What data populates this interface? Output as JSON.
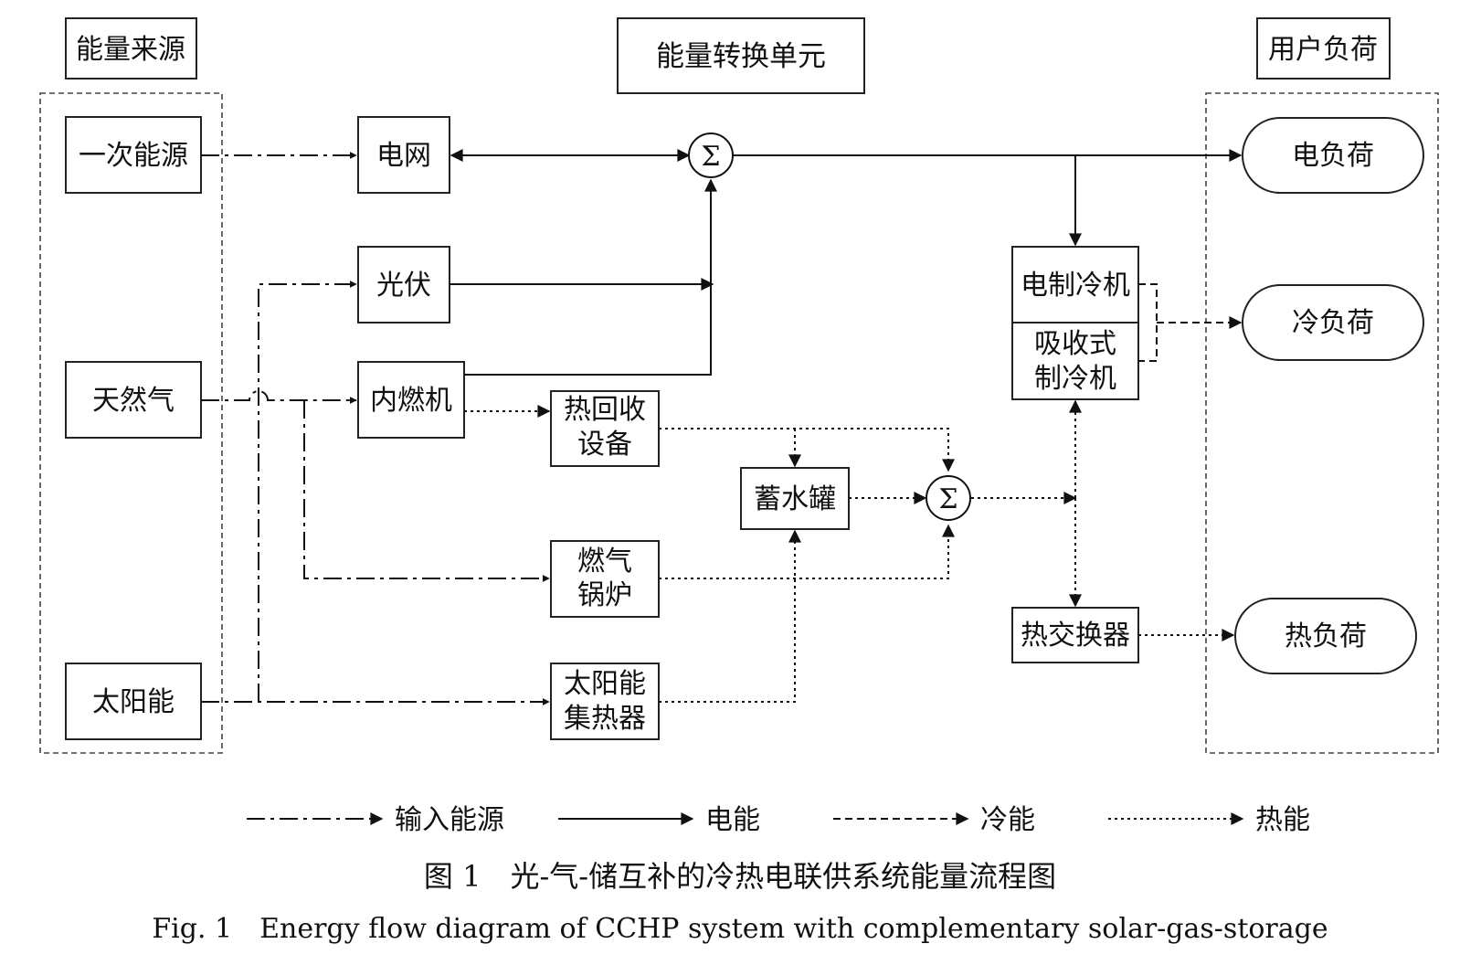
{
  "headers": {
    "source": "能量来源",
    "conversion": "能量转换单元",
    "load": "用户负荷"
  },
  "sources": {
    "primary": "一次能源",
    "gas": "天然气",
    "solar": "太阳能"
  },
  "units": {
    "grid": "电网",
    "pv": "光伏",
    "ice": "内燃机",
    "heat_recovery": [
      "热回收",
      "设备"
    ],
    "storage_tank": "蓄水罐",
    "gas_boiler": [
      "燃气",
      "锅炉"
    ],
    "solar_collector": [
      "太阳能",
      "集热器"
    ],
    "electric_chiller": "电制冷机",
    "absorption_chiller": [
      "吸收式",
      "制冷机"
    ],
    "heat_exchanger": "热交换器"
  },
  "loads": {
    "electric": "电负荷",
    "cooling": "冷负荷",
    "heating": "热负荷"
  },
  "legend": {
    "input": "输入能源",
    "electric": "电能",
    "cooling": "冷能",
    "heat": "热能"
  },
  "caption": {
    "cn": "图 1　光-气-储互补的冷热电联供系统能量流程图",
    "en": "Fig. 1　Energy flow diagram of CCHP system with complementary solar-gas-storage"
  }
}
